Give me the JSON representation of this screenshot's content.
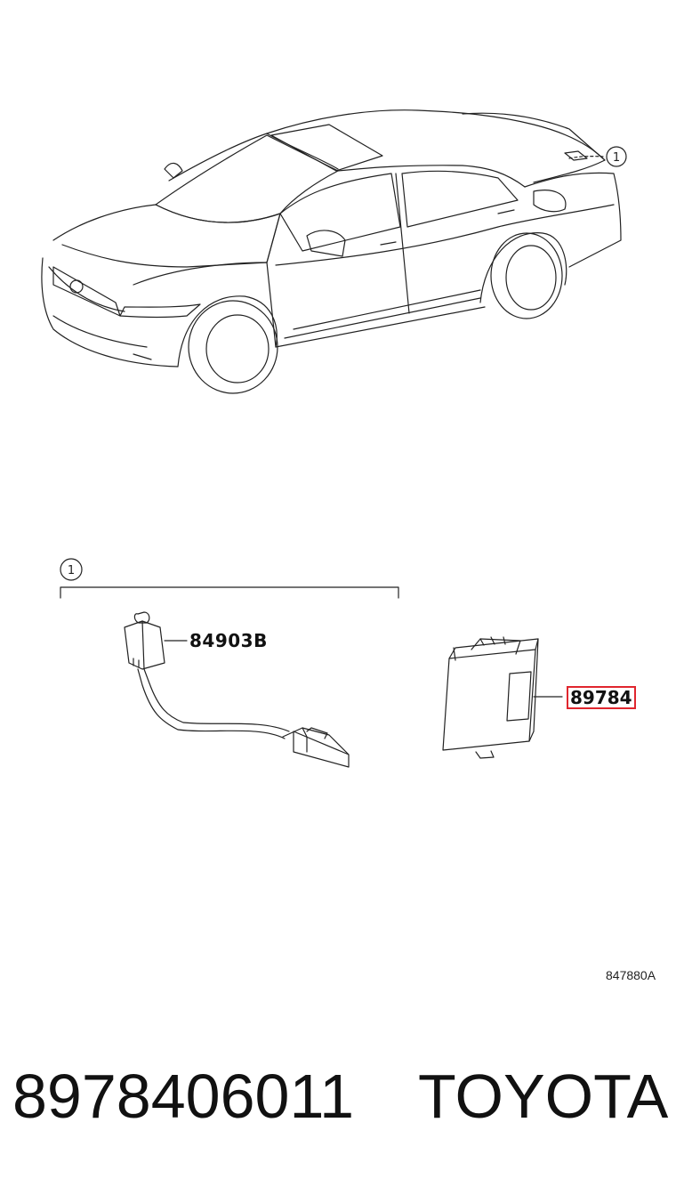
{
  "diagram": {
    "ref_marker": "1",
    "group_marker": "1",
    "parts": [
      {
        "code": "84903B",
        "highlighted": false
      },
      {
        "code": "89784",
        "highlighted": true,
        "highlight_color": "#e0262e"
      }
    ],
    "figure_code": "847880A"
  },
  "footer": {
    "part_number": "8978406011",
    "brand": "TOYOTA"
  }
}
